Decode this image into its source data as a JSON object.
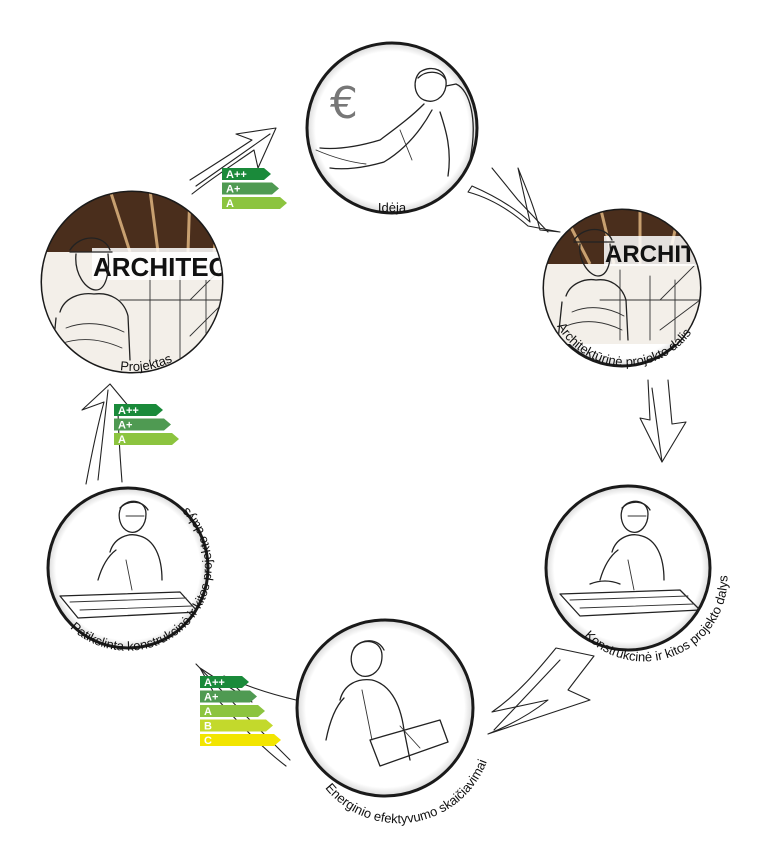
{
  "nodes": [
    {
      "id": "ideja",
      "label": "Idėja",
      "symbol": "€",
      "icon": "businessman-reclining-icon"
    },
    {
      "id": "architekturine",
      "label": "Architektūrinė projekto dalis",
      "word": "ARCHITECT",
      "icon": "architect-worker-icon"
    },
    {
      "id": "konstrukcine",
      "label": "Konstrukcinė ir kitos projekto dalys",
      "icon": "engineer-drafting-icon"
    },
    {
      "id": "energinio",
      "label": "Energinio efektyvumo skaičiavimai",
      "icon": "engineer-writing-icon"
    },
    {
      "id": "patikslinta",
      "label": "Patikslinta konstrukcinė ir kitos projekto dalys",
      "icon": "engineer-drafting-icon"
    },
    {
      "id": "projektas",
      "label": "Projektas",
      "word": "ARCHITECT",
      "icon": "architect-worker-icon"
    }
  ],
  "energy_badges": [
    {
      "id": "badge-top",
      "classes": [
        {
          "label": "A++",
          "color": "#1a8a3a"
        },
        {
          "label": "A+",
          "color": "#4f9a52"
        },
        {
          "label": "A",
          "color": "#8cc43f"
        }
      ]
    },
    {
      "id": "badge-left",
      "classes": [
        {
          "label": "A++",
          "color": "#1a8a3a"
        },
        {
          "label": "A+",
          "color": "#4f9a52"
        },
        {
          "label": "A",
          "color": "#8cc43f"
        }
      ]
    },
    {
      "id": "badge-bottom",
      "classes": [
        {
          "label": "A++",
          "color": "#1a8a3a"
        },
        {
          "label": "A+",
          "color": "#4f9a52"
        },
        {
          "label": "A",
          "color": "#8cc43f"
        },
        {
          "label": "B",
          "color": "#c3d92c"
        },
        {
          "label": "C",
          "color": "#f2e500"
        }
      ]
    }
  ],
  "arrow_icon": "hand-drawn-arrow-icon"
}
